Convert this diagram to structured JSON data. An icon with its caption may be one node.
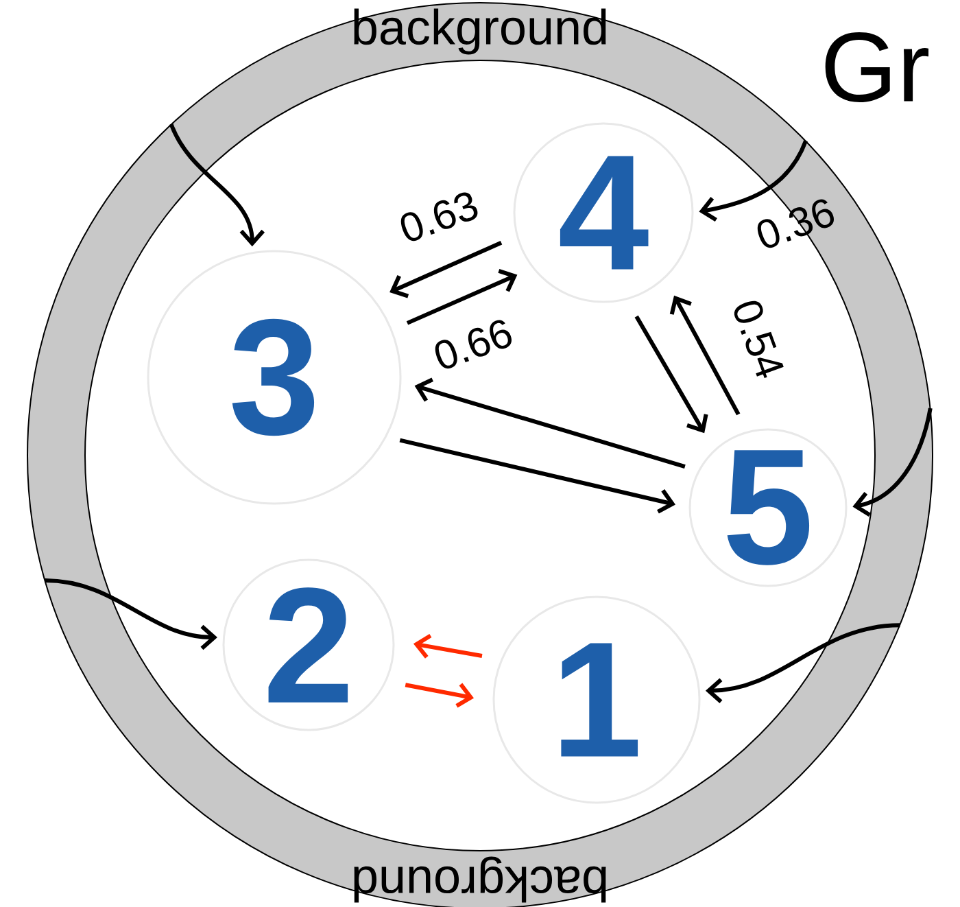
{
  "diagram": {
    "title": "Gr",
    "nodes": [
      {
        "text": [
          "background",
          "background"
        ]
      },
      {
        "text": [
          "4"
        ],
        "in": 0
      },
      {
        "text": [
          "3"
        ],
        "in": 0
      },
      {
        "text": [
          "5"
        ],
        "in": 0
      },
      {
        "text": [
          "2"
        ],
        "in": 0
      },
      {
        "text": [
          "1"
        ],
        "in": 0
      }
    ],
    "edges": [
      {
        "from": 0,
        "to": 2,
        "arrow": "to"
      },
      {
        "from": 0,
        "to": 1,
        "arrow": "to",
        "label": "0.36"
      },
      {
        "from": 1,
        "to": 2,
        "arrow": "to",
        "label": "0.63"
      },
      {
        "from": 2,
        "to": 1,
        "arrow": "to",
        "label": "0.66"
      },
      {
        "from": 3,
        "to": 1,
        "arrow": "to",
        "label": "0.54"
      },
      {
        "from": 1,
        "to": 3,
        "arrow": "to"
      },
      {
        "from": 2,
        "to": 3,
        "arrow": "to"
      },
      {
        "from": 3,
        "to": 2,
        "arrow": "to"
      },
      {
        "from": 5,
        "to": 4,
        "arrow": "to",
        "color": "#ff2a00"
      },
      {
        "from": 4,
        "to": 5,
        "arrow": "to",
        "color": "#ff2a00"
      },
      {
        "from": 0,
        "to": 3,
        "arrow": "to"
      },
      {
        "from": 0,
        "to": 4,
        "arrow": "to"
      },
      {
        "from": 0,
        "to": 5,
        "arrow": "to"
      }
    ]
  }
}
